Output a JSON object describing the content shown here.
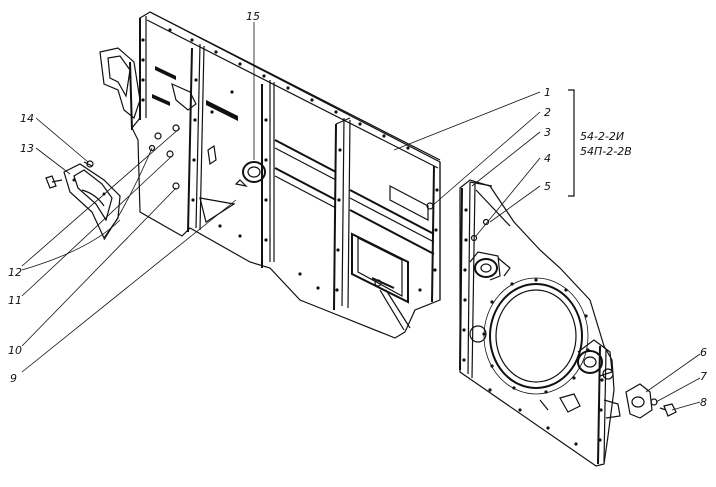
{
  "diagram": {
    "callouts": [
      {
        "id": "c1",
        "label": "1"
      },
      {
        "id": "c2",
        "label": "2"
      },
      {
        "id": "c3",
        "label": "3"
      },
      {
        "id": "c4",
        "label": "4"
      },
      {
        "id": "c5",
        "label": "5"
      },
      {
        "id": "c6",
        "label": "6"
      },
      {
        "id": "c7",
        "label": "7"
      },
      {
        "id": "c8",
        "label": "8"
      },
      {
        "id": "c9",
        "label": "9"
      },
      {
        "id": "c10",
        "label": "10"
      },
      {
        "id": "c11",
        "label": "11"
      },
      {
        "id": "c12",
        "label": "12"
      },
      {
        "id": "c13",
        "label": "13"
      },
      {
        "id": "c14",
        "label": "14"
      },
      {
        "id": "c15",
        "label": "15"
      }
    ],
    "model_codes": [
      "54-2-2И",
      "54П-2-2В"
    ]
  }
}
